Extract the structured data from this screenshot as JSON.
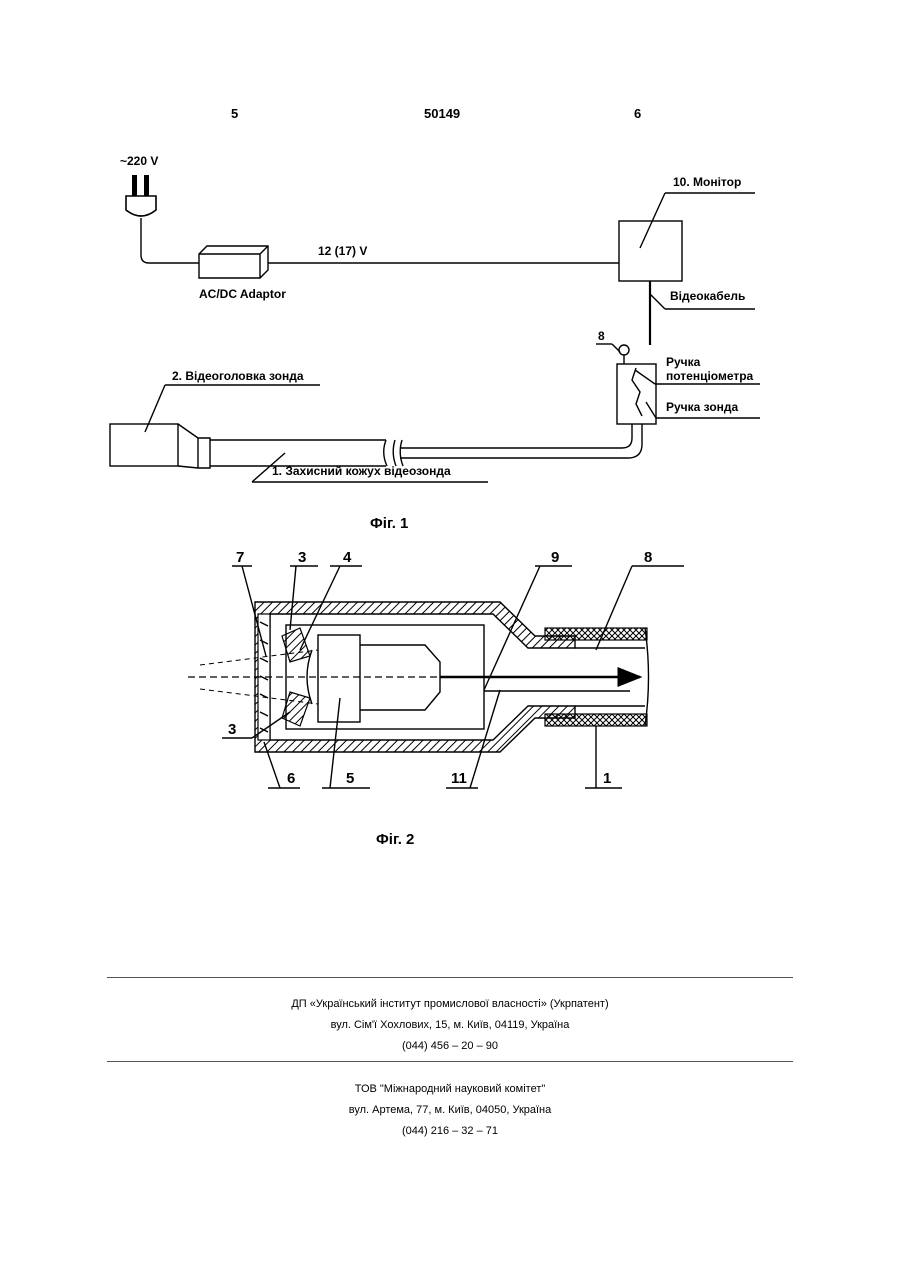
{
  "header": {
    "left_page": "5",
    "patent_number": "50149",
    "right_page": "6"
  },
  "fig1": {
    "caption": "Фіг. 1",
    "voltage_in": "~220 V",
    "adaptor": "AC/DC Adaptor",
    "supply_voltage": "12 (17) V",
    "monitor": "10. Монітор",
    "video_cable": "Відеокабель",
    "label_8": "8",
    "pot_handle_line1": "Ручка",
    "pot_handle_line2": "потенціометра",
    "probe_handle": "Ручка зонда",
    "video_head": "2. Відеоголовка зонда",
    "protective_sheath": "1. Захисний кожух відеозонда"
  },
  "fig2": {
    "caption": "Фіг. 2",
    "labels": {
      "l7": "7",
      "l3a": "3",
      "l4": "4",
      "l9": "9",
      "l8": "8",
      "l3b": "3",
      "l6": "6",
      "l5": "5",
      "l11": "11",
      "l1": "1"
    }
  },
  "footer": {
    "org1": "ДП «Український інститут промислової власності» (Укрпатент)",
    "addr1": "вул. Сім'ї Хохлових, 15, м. Київ, 04119, Україна",
    "phone1": "(044) 456 – 20 – 90",
    "org2": "ТОВ \"Міжнародний науковий комітет\"",
    "addr2": "вул. Артема, 77, м. Київ, 04050, Україна",
    "phone2": "(044) 216 – 32 – 71"
  }
}
